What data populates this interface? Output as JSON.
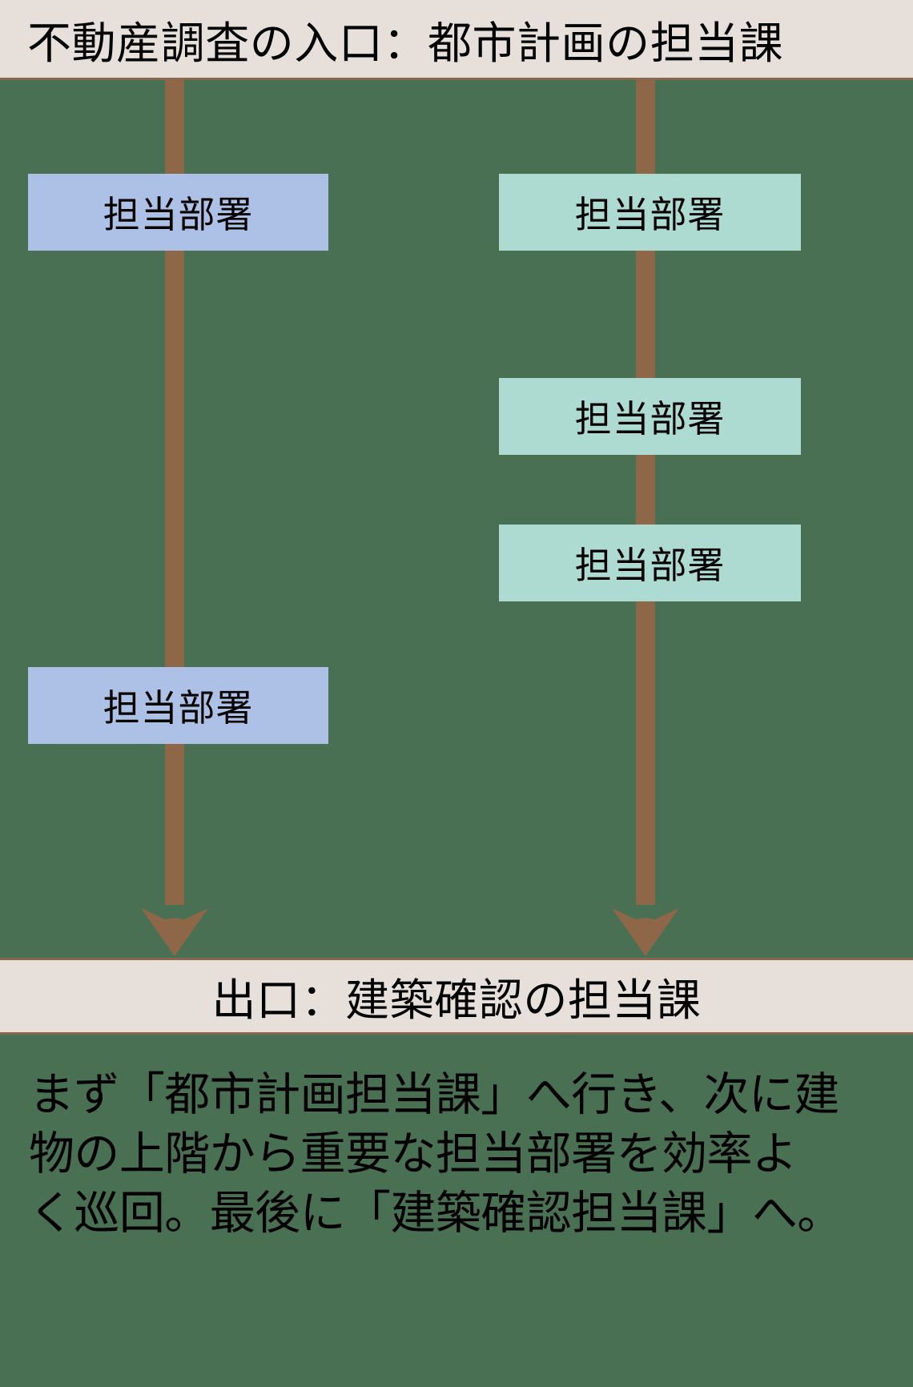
{
  "diagram": {
    "background_color": "#4a7053",
    "entry": {
      "label": "不動産調査の入口：都市計画の担当課",
      "fill_color": "#e7dfda",
      "border_color": "#8a6a4f"
    },
    "exit": {
      "label": "出口：建築確認の担当課",
      "fill_color": "#e7dfda",
      "border_color": "#8a6a4f"
    },
    "arrow_color": "#8d6748",
    "columns": [
      {
        "name": "left-column",
        "box_color": "#adc1e6",
        "boxes": [
          {
            "label": "担当部署"
          },
          {
            "label": "担当部署"
          }
        ]
      },
      {
        "name": "right-column",
        "box_color": "#addbd2",
        "boxes": [
          {
            "label": "担当部署"
          },
          {
            "label": "担当部署"
          },
          {
            "label": "担当部署"
          }
        ]
      }
    ]
  },
  "caption": {
    "lines": [
      "まず「都市計画担当課」へ行き、次に建",
      "物の上階から重要な担当部署を効率よ",
      "く巡回。最後に「建築確認担当課」へ。"
    ]
  }
}
